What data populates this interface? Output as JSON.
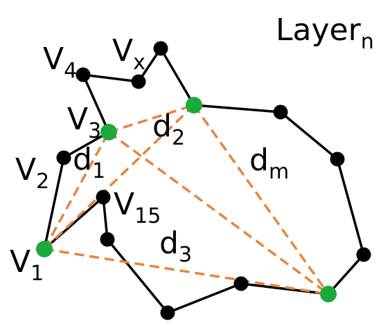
{
  "colors": {
    "outline": "#000000",
    "vertex": "#000000",
    "highlight_vertex": "#1aaa3c",
    "distance_line": "#e8833a",
    "background": "#ffffff"
  },
  "title": {
    "base": "Layer",
    "sub": "n"
  },
  "vertex_labels": {
    "v1": {
      "base": "V",
      "sub": "1"
    },
    "v2": {
      "base": "V",
      "sub": "2"
    },
    "v3": {
      "base": "V",
      "sub": "3"
    },
    "v4": {
      "base": "V",
      "sub": "4"
    },
    "vx": {
      "base": "V",
      "sub": "x"
    },
    "v15": {
      "base": "V",
      "sub": "15"
    }
  },
  "distance_labels": {
    "d1": {
      "base": "d",
      "sub": "1"
    },
    "d2": {
      "base": "d",
      "sub": "2"
    },
    "d3": {
      "base": "d",
      "sub": "3"
    },
    "dm": {
      "base": "d",
      "sub": "m"
    }
  }
}
